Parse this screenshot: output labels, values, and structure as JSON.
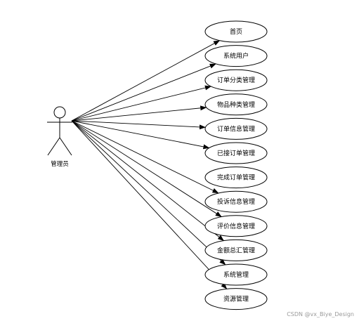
{
  "diagram": {
    "actor": {
      "label": "管理员"
    },
    "use_cases": [
      {
        "label": "首页"
      },
      {
        "label": "系统用户"
      },
      {
        "label": "订单分类管理"
      },
      {
        "label": "物品种类管理"
      },
      {
        "label": "订单信息管理"
      },
      {
        "label": "已接订单管理"
      },
      {
        "label": "完成订单管理"
      },
      {
        "label": "投诉信息管理"
      },
      {
        "label": "评价信息管理"
      },
      {
        "label": "金额总汇管理"
      },
      {
        "label": "系统管理"
      },
      {
        "label": "资源管理"
      }
    ],
    "watermark": "CSDN @vx_Biye_Design",
    "colors": {
      "stroke": "#000000",
      "background": "#ffffff",
      "watermark": "#9a9a9a"
    }
  }
}
